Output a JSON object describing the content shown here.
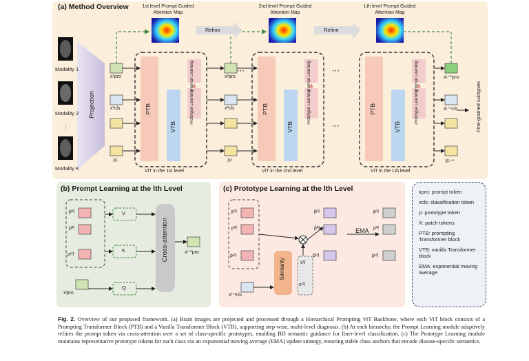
{
  "panel_a": {
    "title": "(a) Method Overview",
    "modalities": [
      "Modality 1",
      "Modality 2",
      "⋮",
      "Modality K"
    ],
    "projection_label": "Projection",
    "attention_titles": [
      "1st level Prompt Guided Attention Map",
      "2nd level Prompt Guided Attention Map",
      "Lth level Prompt Guided Attention Map"
    ],
    "refine_label": "Refine",
    "ptb_label": "PTB",
    "vtb_label": "VTB",
    "prompt_learning_label": "Prompt Learning",
    "prototype_learning_label": "Prototype Learning",
    "vit_levels": [
      "ViT in the 1st level",
      "ViT in the 2nd level",
      "ViT in the Lth level"
    ],
    "token_pro": [
      "x¹pro",
      "x²pro",
      "xᴸ⁺¹pro"
    ],
    "token_cls": [
      "x¹cls",
      "x²cls",
      "xᴸ⁺¹cls"
    ],
    "token_x": [
      "X¹",
      "X²",
      "Xᴸ⁺¹"
    ],
    "ellipsis": "⋯",
    "output_label": "Fine-grained subtypes"
  },
  "panel_b": {
    "title": "(b) Prompt Learning at the lth Level",
    "protos": [
      "p¹l",
      "p²l",
      "pᶜˡl"
    ],
    "v": "V",
    "k": "K",
    "q": "Q",
    "cross_attention": "Cross-attention",
    "out_token": "xˡ⁺¹pro",
    "in_token": "xˡpro"
  },
  "panel_c": {
    "title": "(c) Prototype Learning at the lth Level",
    "protos": [
      "p¹l",
      "p²l",
      "pᶜˡl"
    ],
    "similarity": "Similarity",
    "sims": [
      "s¹l",
      "sᶜˡl"
    ],
    "cls_token": "xˡ⁺¹cls",
    "mid_protos": [
      "p̂¹l",
      "p̂²l",
      "p̂ᶜˡl"
    ],
    "ema_label": "EMA",
    "out_protos": [
      "p¹l",
      "p²l",
      "pᶜˡl"
    ]
  },
  "legend": [
    "xpro: prompt token",
    "xcls: classification token",
    "p: prototype token",
    "X: patch tokens",
    "PTB: prompting Transformer block",
    "VTB: vanilla Transformer block",
    "EMA: exponential moving average"
  ],
  "caption": {
    "label": "Fig. 2.",
    "text": "Overview of our proposed framework. (a) Brain images are projected and processed through a Hierarchical Prompting ViT Backbone, where each ViT block consists of a Prompting Transformer Block (PTB) and a Vanilla Transformer Block (VTB), supporting step-wise, multi-level diagnosis. (b) At each hierarchy, the Prompt Learning module adaptively refines the prompt token via cross-attention over a set of class-specific prototypes, enabling BD semantic guidance for finer-level classification. (c) The Prototype Learning module maintains representative prototype tokens for each class via an exponential moving average (EMA) update strategy, ensuring stable class anchors that encode disease-specific semantics."
  },
  "colors": {
    "panel_a_bg": "#fbefdc",
    "panel_b_bg": "#e6ecdf",
    "panel_c_bg": "#fbe9e2",
    "ptb": "#f7c9b8",
    "vtb": "#bcd6ef",
    "token_green": "#cfe3b3",
    "token_yellow": "#f5e3a1",
    "token_pink": "#f3b3b3",
    "token_purple": "#d6c6ec",
    "arrow_green": "#3f8a3f"
  }
}
